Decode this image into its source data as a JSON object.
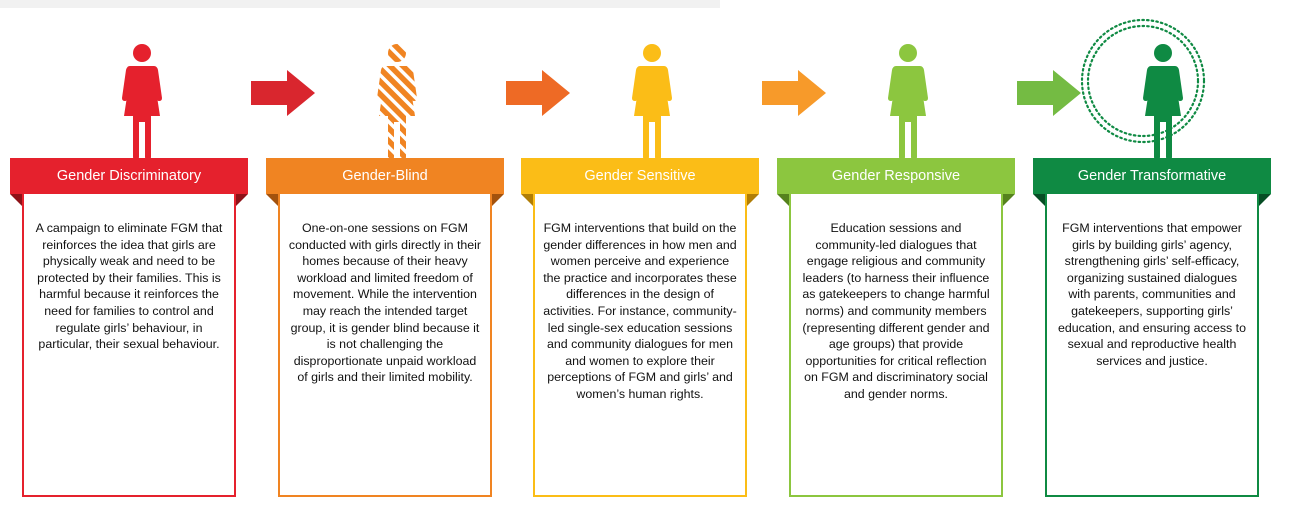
{
  "stages": [
    {
      "title": "Gender Discriminatory",
      "color": "#e5212d",
      "fold_color": "#8e1218",
      "figure": "solid-female-figure-icon",
      "description": "A campaign to eliminate FGM that reinforces the idea that girls are physically weak and need to be protected by their families. This is harmful because it reinforces the need for families to control and regulate girls’ behaviour, in particular, their sexual behaviour."
    },
    {
      "title": "Gender-Blind",
      "color": "#f08422",
      "fold_color": "#a3520d",
      "figure": "striped-female-figure-icon",
      "description": "One-on-one sessions on FGM conducted with girls directly in their homes because of their heavy workload and limited freedom of movement. While the intervention may reach the intended target group, it is gender blind because it is not challenging the disproportionate unpaid workload of girls and their limited mobility."
    },
    {
      "title": "Gender Sensitive",
      "color": "#fbbd17",
      "fold_color": "#b07d06",
      "figure": "solid-female-figure-icon",
      "description": "FGM interventions that build on the gender differences in how men and women perceive and experience the practice and incorporates these differences in the design of activities. For instance, community-led single-sex education sessions and community dialogues for men and women to explore their perceptions of FGM and girls’ and women’s human rights."
    },
    {
      "title": "Gender Responsive",
      "color": "#8cc63f",
      "fold_color": "#55821d",
      "figure": "solid-female-figure-icon",
      "description": "Education sessions and community-led dialogues that engage religious and community leaders (to harness their influence as gatekeepers to change harmful norms) and community members (representing different gender and age groups) that provide opportunities for critical reflection on FGM and discriminatory social and gender norms."
    },
    {
      "title": "Gender Transformative",
      "color": "#0f8a43",
      "fold_color": "#064d24",
      "figure": "haloed-female-figure-icon",
      "description": "FGM interventions that empower girls by building girls’ agency, strengthening girls’ self-efficacy, organizing sustained dialogues with parents, communities and gatekeepers, supporting girls’ education, and ensuring access to sexual and reproductive health services and justice."
    }
  ],
  "arrows": [
    {
      "icon": "right-arrow-icon",
      "color": "#d9262e"
    },
    {
      "icon": "right-arrow-icon",
      "color": "#ee6a25"
    },
    {
      "icon": "right-arrow-icon",
      "color": "#f79a2a"
    },
    {
      "icon": "right-arrow-icon",
      "color": "#74bb43"
    }
  ]
}
